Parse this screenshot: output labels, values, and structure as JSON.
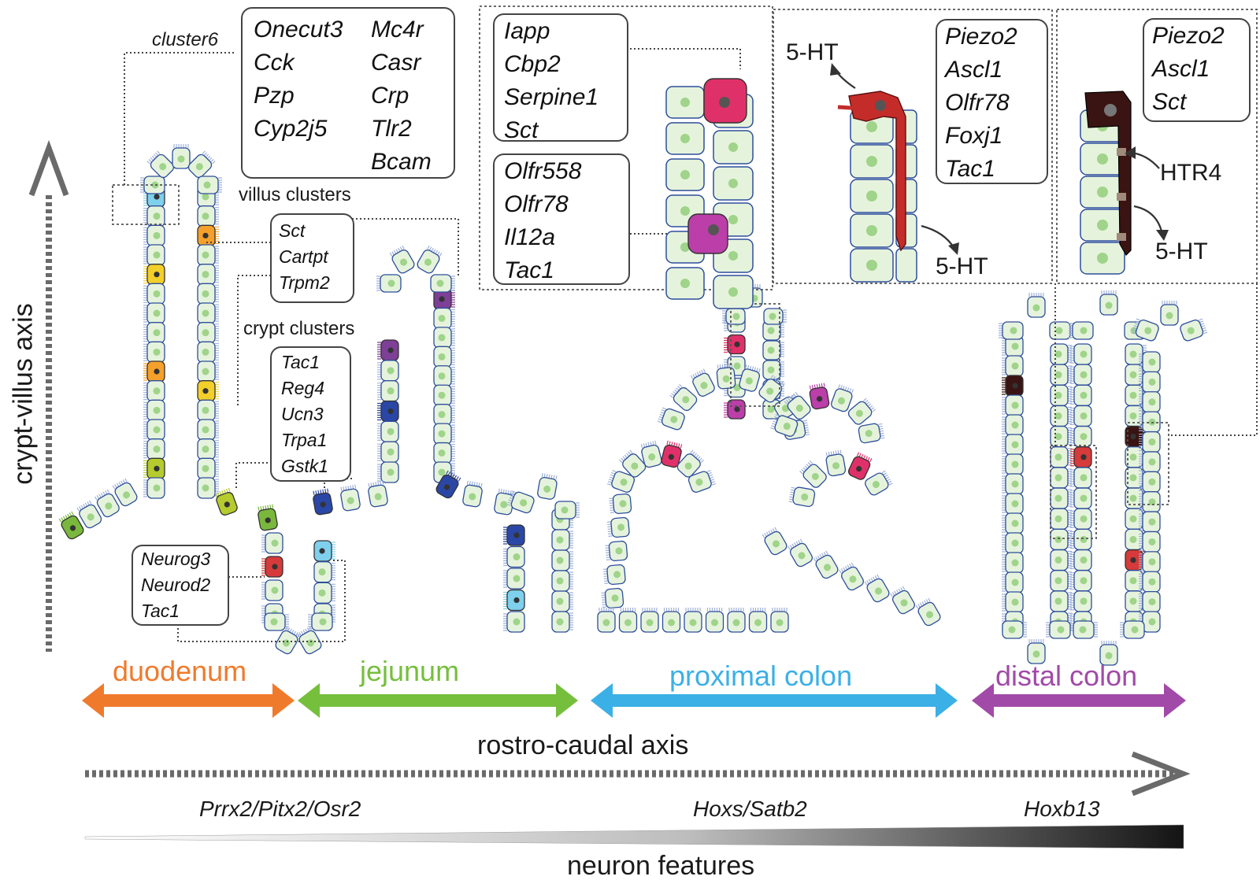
{
  "axes": {
    "vertical": "crypt-villus axis",
    "horizontal": "rostro-caudal axis",
    "gradient": "neuron features"
  },
  "segments": [
    {
      "name": "duodenum",
      "color": "#f07a2c"
    },
    {
      "name": "jejunum",
      "color": "#76bf3d"
    },
    {
      "name": "proximal colon",
      "color": "#3bb0e6"
    },
    {
      "name": "distal colon",
      "color": "#a24aa8"
    }
  ],
  "transcription_factors": [
    "Prrx2/Pitx2/Osr2",
    "Hoxs/Satb2",
    "Hoxb13"
  ],
  "labels": {
    "cluster6": "cluster6",
    "villus_clusters": "villus clusters",
    "crypt_clusters": "crypt clusters",
    "serotonin_1": "5-HT",
    "serotonin_2": "5-HT",
    "serotonin_3": "5-HT",
    "receptor": "HTR4"
  },
  "gene_boxes": {
    "cluster6": [
      "Onecut3",
      "Cck",
      "Pzp",
      "Cyp2j5",
      "Mc4r",
      "Casr",
      "Crp",
      "Tlr2",
      "Bcam"
    ],
    "villus": [
      "Sct",
      "Cartpt",
      "Trpm2"
    ],
    "crypt": [
      "Tac1",
      "Reg4",
      "Ucn3",
      "Trpa1",
      "Gstk1"
    ],
    "progenitor": [
      "Neurog3",
      "Neurod2",
      "Tac1"
    ],
    "pc_top": [
      "Iapp",
      "Cbp2",
      "Serpine1",
      "Sct"
    ],
    "pc_bottom": [
      "Olfr558",
      "Olfr78",
      "Il12a",
      "Tac1"
    ],
    "dc_mid": [
      "Piezo2",
      "Ascl1",
      "Olfr78",
      "Foxj1",
      "Tac1"
    ],
    "dc_right": [
      "Piezo2",
      "Ascl1",
      "Sct"
    ]
  },
  "colors": {
    "cell_fill": "#e6f3dc",
    "nucleus": "#9fd48a",
    "cell_border": "#2d4e9c",
    "villi": "#9fb1d8",
    "orange": "#f5a02a",
    "yellow": "#f3cf2a",
    "lime": "#b5cb2e",
    "green": "#79b83c",
    "cyan": "#7fd0ec",
    "purple": "#7e3f96",
    "blue": "#2a47a6",
    "red": "#d63a3a",
    "pink": "#e0306a",
    "magenta": "#bb3ea9",
    "darkbrown": "#3a1412"
  }
}
